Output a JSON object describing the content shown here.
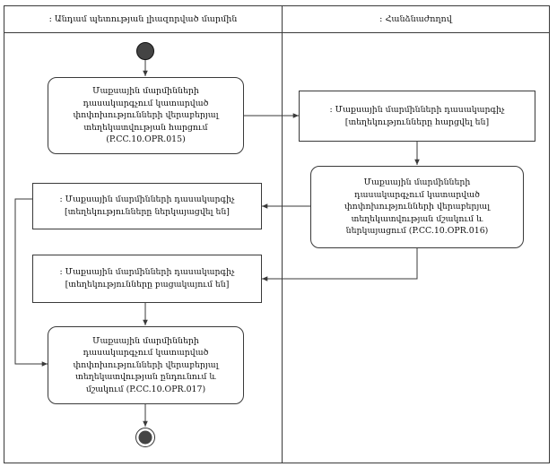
{
  "lanes": [
    {
      "title": ": Անդամ պետության լիազորված մարմին"
    },
    {
      "title": ": Հանձնաժողով"
    }
  ],
  "nodes": {
    "n1": "Մաքսային մարմինների\nդասակարգչում կատարված\nփոփոխությունների վերաբերյալ\nտեղեկատվության հարցում\n(P.CC.10.OPR.015)",
    "n2": ": Մաքսային մարմինների դասակարգիչ\n[տեղեկությունները հարցվել են]",
    "n3": "Մաքսային մարմինների\nդասակարգչում կատարված\nփոփոխությունների վերաբերյալ\nտեղեկատվության մշակում և\nներկայացում (P.CC.10.OPR.016)",
    "n4": ": Մաքսային մարմինների դասակարգիչ\n[տեղեկությունները ներկայացվել են]",
    "n5": ": Մաքսային մարմինների դասակարգիչ\n[տեղեկությունները բացակայում են]",
    "n6": "Մաքսային մարմինների\nդասակարգչում կատարված\nփոփոխությունների վերաբերյալ\nտեղեկատվության ընդունում և\nմշակում (P.CC.10.OPR.017)"
  }
}
